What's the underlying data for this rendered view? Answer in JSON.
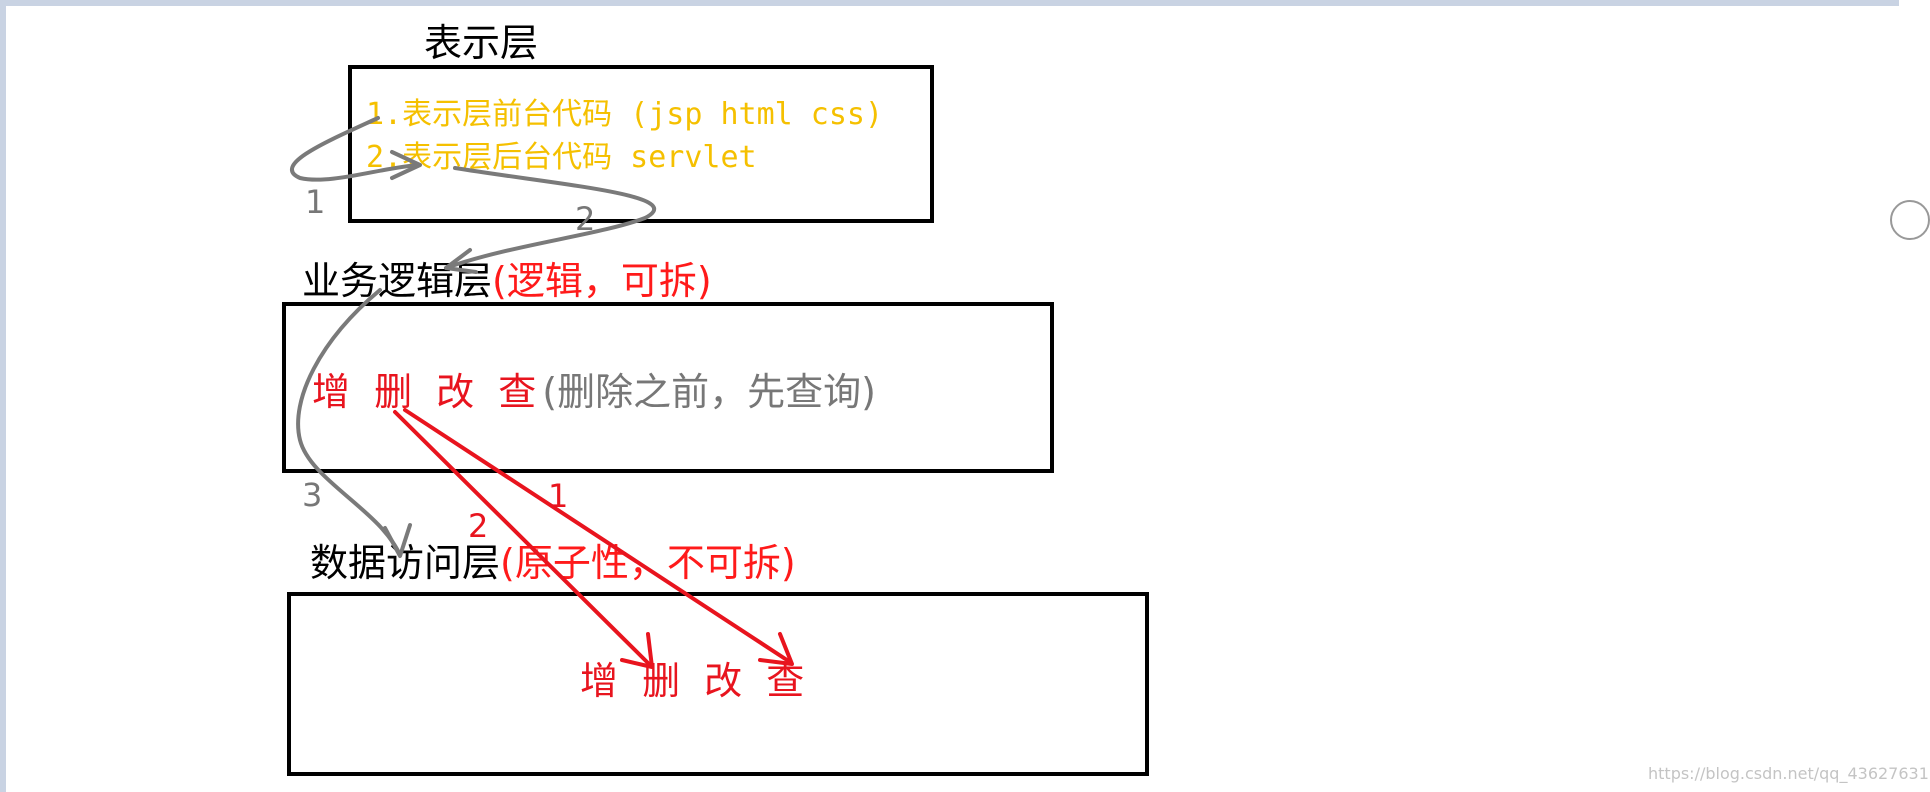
{
  "presentation": {
    "title": "表示层",
    "line1": "1.表示层前台代码 (jsp html css)",
    "line2": "2.表示层后台代码 servlet"
  },
  "business": {
    "title": "业务逻辑层",
    "title_note": "(逻辑，可拆)",
    "crud": "增 删 改 查",
    "crud_note": "(删除之前，先查询)"
  },
  "data_access": {
    "title": "数据访问层",
    "title_note": "(原子性，不可拆)",
    "crud": "增 删 改 查"
  },
  "flow_labels": {
    "step1": "1",
    "step2": "2",
    "step3": "3",
    "red1": "1",
    "red2": "2"
  },
  "watermark": "https://blog.csdn.net/qq_43627631",
  "colors": {
    "box_border": "#000000",
    "gray_arrow": "#7a7a7a",
    "red_arrow": "#e8141e",
    "code_text": "#f5c000"
  }
}
